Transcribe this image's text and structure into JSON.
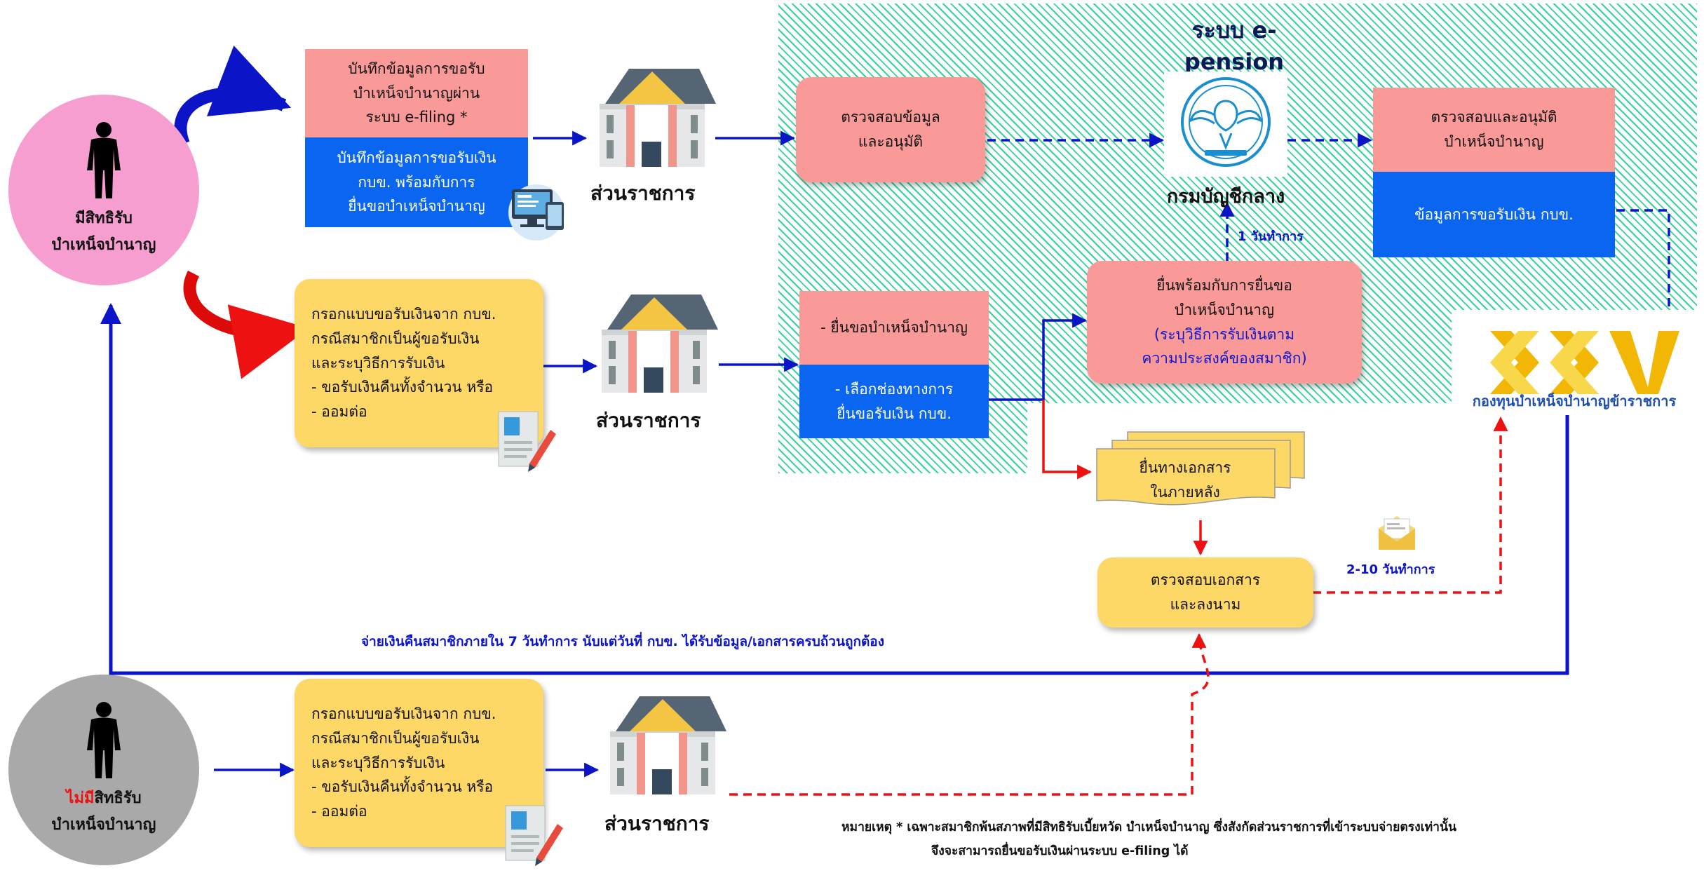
{
  "system": {
    "title": "ระบบ e-pension",
    "org_label": "กรมบัญชีกลาง",
    "fund_label": "กองทุนบำเหน็จบำนาญข้าราชการ"
  },
  "members": {
    "entitled": [
      "มีสิทธิรับ",
      "บำเหน็จบำนาญ"
    ],
    "not_entitled_prefix": "ไม่มี",
    "not_entitled_rest": "สิทธิรับ",
    "not_entitled_line2": "บำเหน็จบำนาญ"
  },
  "agency": {
    "label": "ส่วนราชการ"
  },
  "boxes": {
    "efiling_pink": [
      "บันทึกข้อมูลการขอรับ",
      "บำเหน็จบำนาญผ่าน",
      "ระบบ e-filing *"
    ],
    "efiling_blue": [
      "บันทึกข้อมูลการขอรับเงิน",
      "กบข. พร้อมกับการ",
      "ยื่นขอบำเหน็จบำนาญ"
    ],
    "form_entitled": [
      "กรอกแบบขอรับเงินจาก กบข.",
      "กรณีสมาชิกเป็นผู้ขอรับเงิน",
      "และระบุวิธีการรับเงิน",
      "- ขอรับเงินคืนทั้งจำนวน  หรือ",
      "- ออมต่อ"
    ],
    "form_not_entitled": [
      "กรอกแบบขอรับเงินจาก กบข.",
      "กรณีสมาชิกเป็นผู้ขอรับเงิน",
      "และระบุวิธีการรับเงิน",
      "- ขอรับเงินคืนทั้งจำนวน  หรือ",
      "- ออมต่อ"
    ],
    "verify_approve": [
      "ตรวจสอบข้อมูล",
      "และอนุมัติ"
    ],
    "submit_pension_pink": "- ยื่นขอบำเหน็จบำนาญ",
    "submit_pension_blue": [
      "-  เลือกช่องทางการ",
      "ยื่นขอรับเงิน กบข."
    ],
    "submit_with_pension": [
      "ยื่นพร้อมกับการยื่นขอ",
      "บำเหน็จบำนาญ"
    ],
    "submit_with_pension_note": [
      "(ระบุวิธีการรับเงินตาม",
      "ความประสงค์ของสมาชิก)"
    ],
    "cgd_verify": [
      "ตรวจสอบและอนุมัติ",
      "บำเหน็จบำนาญ"
    ],
    "cgd_data": "ข้อมูลการขอรับเงิน กบข.",
    "paper_submit": [
      "ยื่นทางเอกสาร",
      "ในภายหลัง"
    ],
    "doc_check": [
      "ตรวจสอบเอกสาร",
      "และลงนาม"
    ]
  },
  "labels": {
    "one_day": "1 วันทำการ",
    "two_ten_days": "2-10 วันทำการ",
    "refund_note": "จ่ายเงินคืนสมาชิกภายใน 7 วันทำการ นับแต่วันที่ กบข. ได้รับข้อมูล/เอกสารครบถ้วนถูกต้อง"
  },
  "footnote": [
    "หมายเหตุ * เฉพาะสมาชิกพ้นสภาพที่มีสิทธิรับเบี้ยหวัด บำเหน็จบำนาญ ซึ่งสังกัดส่วนราชการที่เข้าระบบจ่ายตรงเท่านั้น",
    "จึงจะสามารถยื่นขอรับเงินผ่านระบบ e-filing ได้"
  ],
  "colors": {
    "pink": "#f99a99",
    "blue": "#0a66f0",
    "yellow": "#fdd867",
    "flow_blue": "#0c14c8",
    "flow_red": "#ee1111",
    "hatch_green": "#33d39c",
    "entitled_circle": "#f79ed0",
    "not_entitled_circle": "#a9a9a9"
  },
  "icons": [
    "person-icon",
    "government-building-icon",
    "computer-monitor-icon",
    "document-pen-icon",
    "garuda-seal-icon",
    "gpf-logo-icon",
    "envelope-icon"
  ]
}
